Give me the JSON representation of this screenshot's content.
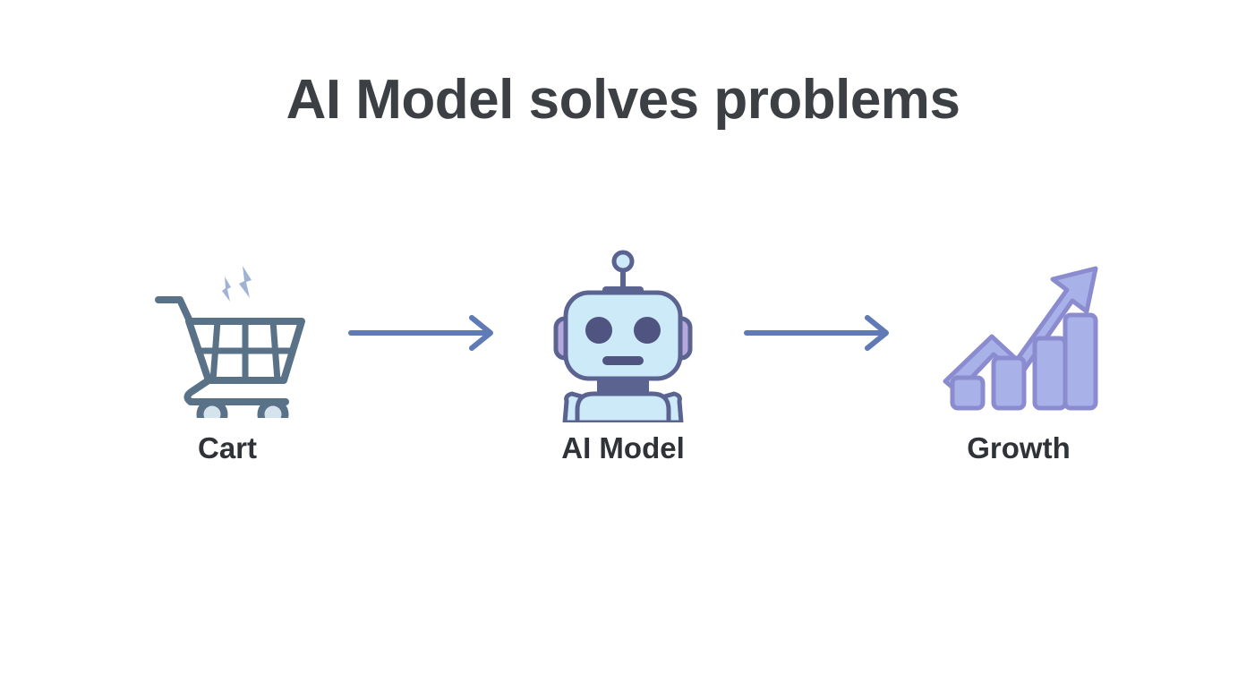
{
  "page": {
    "title": "AI Model solves problems",
    "background_color": "#ffffff",
    "title_color": "#3c4045",
    "label_color": "#2f3237"
  },
  "colors": {
    "arrow": "#5f7ab5",
    "cart_stroke": "#5a7287",
    "cart_wheel_fill": "#d5e3ec",
    "cart_sparkle": "#9fb4d4",
    "robot_body_fill": "#cdeaf8",
    "robot_stroke": "#5b6491",
    "robot_ear_fill": "#b5a8dd",
    "robot_face_dark": "#4f5480",
    "growth_bar_fill": "#a8b2e8",
    "growth_stroke": "#8b8ccf"
  },
  "flow": {
    "steps": [
      {
        "id": "cart",
        "label": "Cart",
        "icon": "shopping-cart-icon"
      },
      {
        "id": "ai",
        "label": "AI Model",
        "icon": "robot-icon"
      },
      {
        "id": "growth",
        "label": "Growth",
        "icon": "growth-chart-icon"
      }
    ],
    "connectors": [
      {
        "id": "arrow-1",
        "icon": "arrow-right-icon"
      },
      {
        "id": "arrow-2",
        "icon": "arrow-right-icon"
      }
    ]
  }
}
